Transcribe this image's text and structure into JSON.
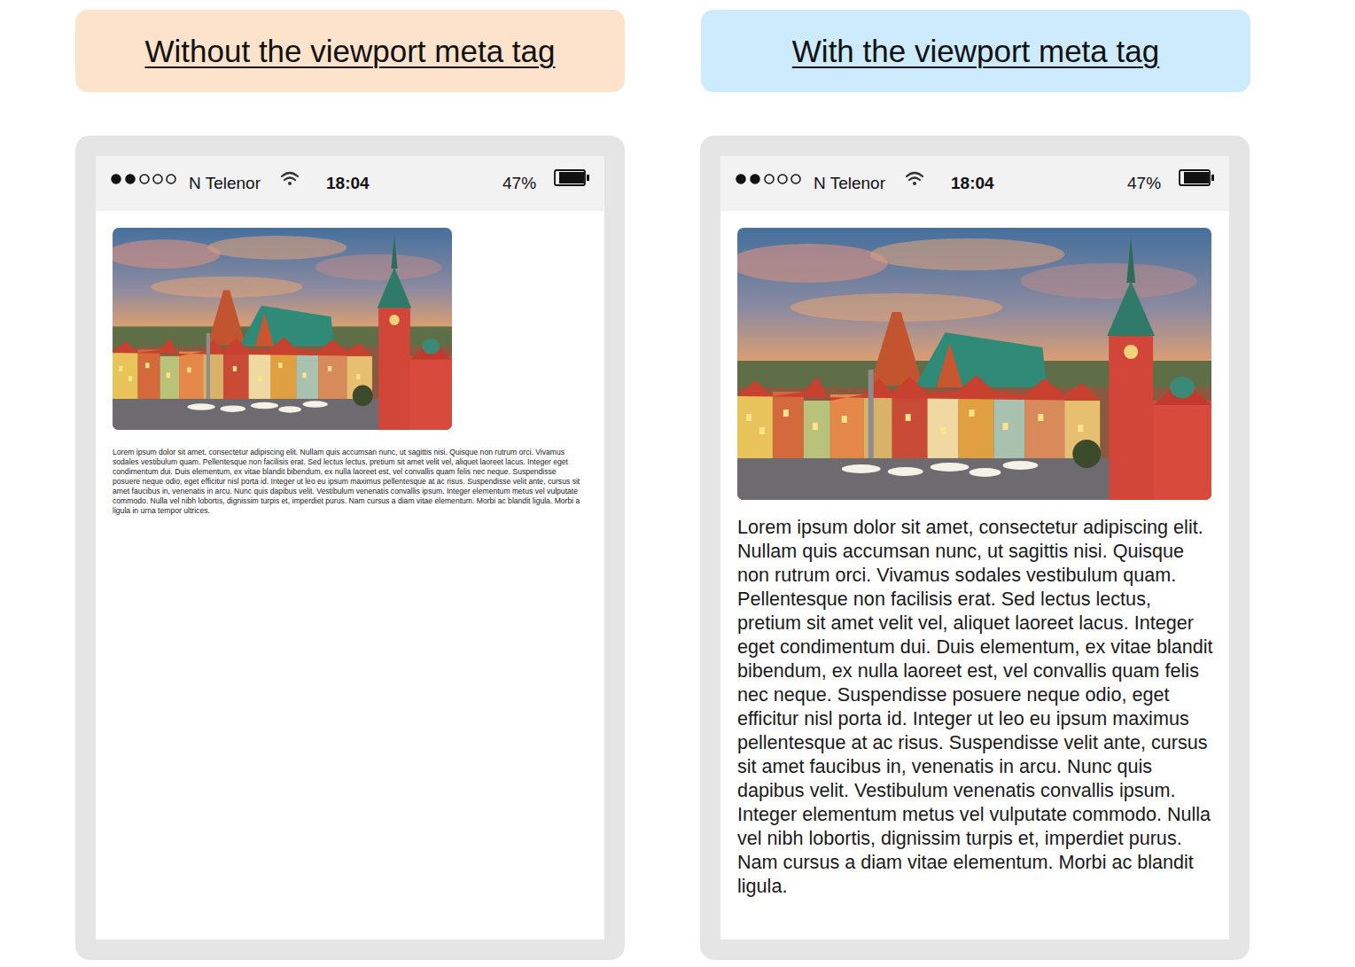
{
  "diagram": {
    "nodes": [
      {
        "text": [
          "Without the viewport meta tag"
        ]
      },
      {
        "text": [
          "With the viewport meta tag"
        ]
      },
      {
        "text": [
          "Lorem ipsum dolor sit amet, consectetur adipiscing elit. Nullam quis accumsan nunc, ut sagittis nisi. Quisque non rutrum orci. Vivamus sodales vestibulum quam. Pellentesque non facilisis erat. Sed lectus lectus, pretium sit amet velit vel, aliquet laoreet lacus. Integer eget condimentum dui. Duis elementum, ex vitae blandit bibendum, ex nulla laoreet est, vel convallis quam felis nec neque. Suspendisse posuere neque odio, eget efficitur nisl porta id. Integer ut leo eu ipsum maximus pellentesque at ac risus. Suspendisse velit ante, cursus sit amet faucibus in, venenatis in arcu. Nunc quis dapibus velit. Vestibulum venenatis convallis ipsum. Integer elementum metus vel vulputate commodo. Nulla vel nibh lobortis, dignissim turpis et, imperdiet purus. Nam cursus a diam vitae elementum. Morbi ac blandit ligula. Morbi a ligula in urna tempor ultrices."
        ]
      },
      {
        "text": [
          "N Telenor",
          "18:04",
          "47%"
        ],
        "in": 2
      },
      {
        "text": [
          "Lorem ipsum dolor sit amet, consectetur adipiscing elit. Nullam quis accumsan nunc, ut sagittis nisi. Quisque non rutrum orci. Vivamus sodales vestibulum quam. Pellentesque non facilisis erat. Sed lectus lectus, pretium sit amet velit vel, aliquet laoreet lacus. Integer eget condimentum dui. Duis elementum, ex vitae blandit bibendum, ex nulla laoreet est, vel convallis quam felis nec neque. Suspendisse posuere neque odio, eget efficitur nisl porta id. Integer ut leo eu ipsum maximus pellentesque at ac risus. Suspendisse velit ante, cursus sit amet faucibus in, venenatis in arcu. Nunc quis dapibus velit. Vestibulum venenatis convallis ipsum. Integer elementum metus vel vulputate commodo. Nulla vel nibh lobortis, dignissim turpis et, imperdiet purus. Nam cursus a diam vitae elementum. Morbi ac blandit ligula."
        ]
      },
      {
        "text": [
          "N Telenor",
          "18:04",
          "47%"
        ],
        "in": 4
      }
    ]
  }
}
